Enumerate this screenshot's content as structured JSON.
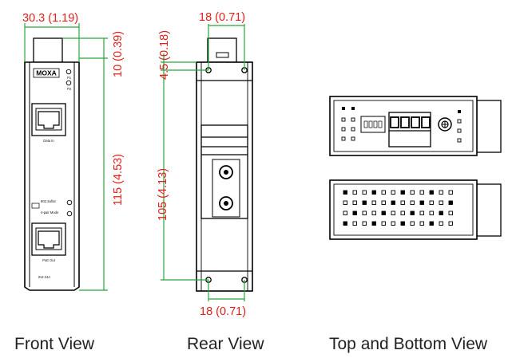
{
  "front": {
    "dim_width": "30.3 (1.19)",
    "dim_top": "10 (0.39)",
    "dim_height": "115 (4.53)",
    "logo": "MOXA",
    "led_p1": "P1",
    "led_p2": "P2",
    "port_in_label": "Data In",
    "switch_line1": "802.3af/at",
    "switch_line2": "4-pair Mode",
    "port_out_label": "PoE Out",
    "model": "INJ-24A",
    "caption": "Front View"
  },
  "rear": {
    "dim_top_width": "18 (0.71)",
    "dim_top_offset": "4.5 (0.18)",
    "dim_hole_spacing": "105 (4.13)",
    "dim_bottom_width": "18 (0.71)",
    "caption": "Rear View"
  },
  "topbottom": {
    "caption": "Top and Bottom View"
  },
  "colors": {
    "dimension": "#e0201b",
    "dimension_line": "#2aa53b"
  }
}
